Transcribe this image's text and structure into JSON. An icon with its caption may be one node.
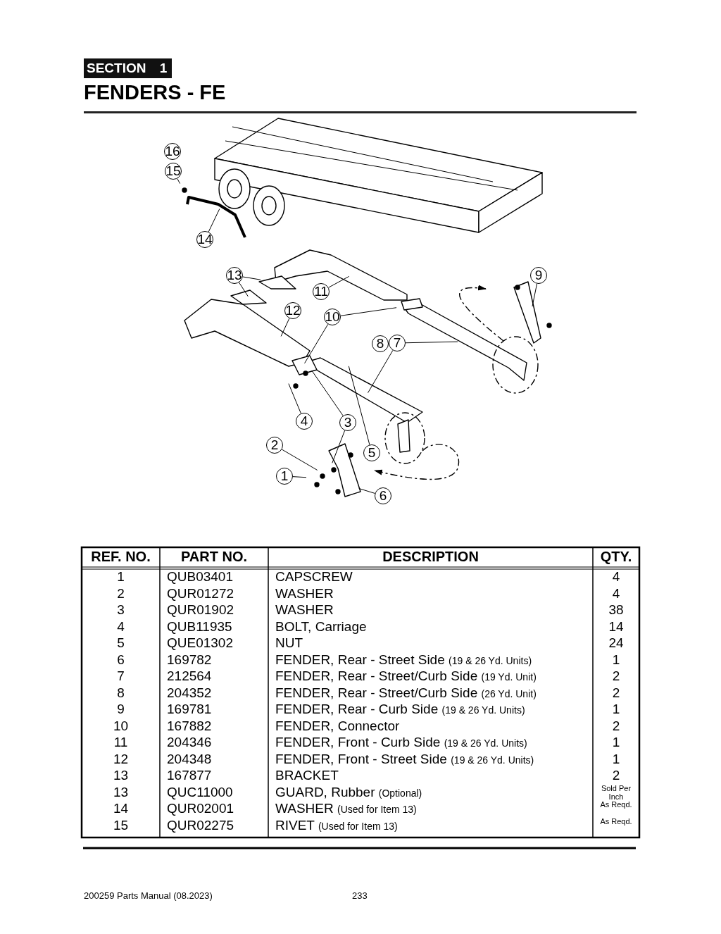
{
  "diagram": {
    "title": "FENDERS - FE",
    "nodes": [
      {
        "text": [
          "16"
        ]
      },
      {
        "text": [
          "15"
        ]
      },
      {
        "text": [
          "14"
        ]
      },
      {
        "text": [
          "13"
        ]
      },
      {
        "text": [
          "9"
        ]
      },
      {
        "text": [
          "11"
        ]
      },
      {
        "text": [
          "12"
        ]
      },
      {
        "text": [
          "10"
        ]
      },
      {
        "text": [
          "8"
        ]
      },
      {
        "text": [
          "7"
        ]
      },
      {
        "text": [
          "4"
        ]
      },
      {
        "text": [
          "3"
        ]
      },
      {
        "text": [
          "2"
        ]
      },
      {
        "text": [
          "5"
        ]
      },
      {
        "text": [
          "1"
        ]
      },
      {
        "text": [
          "6"
        ]
      }
    ],
    "edges": [
      {
        "from": 1,
        "to": null,
        "arrow": "none"
      },
      {
        "from": 2,
        "to": null,
        "arrow": "none"
      },
      {
        "from": 3,
        "to": null,
        "arrow": "none"
      },
      {
        "from": 3,
        "to": null,
        "arrow": "none"
      },
      {
        "from": 4,
        "to": null,
        "arrow": "none"
      },
      {
        "from": 5,
        "to": null,
        "arrow": "none"
      },
      {
        "from": 6,
        "to": null,
        "arrow": "none"
      },
      {
        "from": 7,
        "to": null,
        "arrow": "none"
      },
      {
        "from": 7,
        "to": null,
        "arrow": "none"
      },
      {
        "from": 9,
        "to": null,
        "arrow": "none"
      },
      {
        "from": 9,
        "to": null,
        "arrow": "none"
      },
      {
        "from": 10,
        "to": null,
        "arrow": "none"
      },
      {
        "from": 11,
        "to": null,
        "arrow": "none"
      },
      {
        "from": 11,
        "to": null,
        "arrow": "none"
      },
      {
        "from": 13,
        "to": null,
        "arrow": "none"
      },
      {
        "from": 12,
        "to": null,
        "arrow": "none"
      },
      {
        "from": 14,
        "to": null,
        "arrow": "none"
      },
      {
        "from": 15,
        "to": null,
        "arrow": "none"
      }
    ],
    "labels": [
      "SECTION 1",
      "REF. NO.",
      "PART NO.",
      "DESCRIPTION",
      "QTY.",
      "1",
      "QUB03401",
      "CAPSCREW",
      "4",
      "2",
      "QUR01272",
      "WASHER",
      "4",
      "3",
      "QUR01902",
      "WASHER",
      "38",
      "4",
      "QUB11935",
      "BOLT, Carriage",
      "14",
      "5",
      "QUE01302",
      "NUT",
      "24",
      "6",
      "169782",
      "FENDER, Rear - Street Side (19 & 26 Yd. Units)",
      "1",
      "7",
      "212564",
      "FENDER, Rear - Street/Curb Side (19 Yd. Unit)",
      "2",
      "8",
      "204352",
      "FENDER, Rear - Street/Curb Side (26 Yd. Unit)",
      "2",
      "9",
      "169781",
      "FENDER, Rear - Curb Side (19 & 26 Yd. Units)",
      "1",
      "10",
      "167882",
      "FENDER, Connector",
      "2",
      "11",
      "204346",
      "FENDER, Front - Curb Side (19 & 26 Yd. Units)",
      "1",
      "12",
      "204348",
      "FENDER, Front - Street Side (19 & 26 Yd. Units)",
      "1",
      "13",
      "167877",
      "BRACKET",
      "2",
      "13",
      "QUC11000",
      "GUARD, Rubber (Optional)",
      "Sold Per Inch",
      "14",
      "QUR02001",
      "WASHER (Used for Item 13)",
      "As Reqd.",
      "15",
      "QUR02275",
      "RIVET (Used for Item 13)",
      "As Reqd.",
      "200259 Parts Manual (08.2023)",
      "233"
    ]
  }
}
